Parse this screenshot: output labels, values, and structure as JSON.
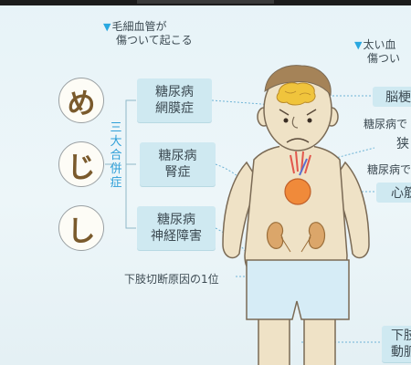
{
  "left_header": {
    "line1": "毛細血管が",
    "line2": "傷ついて起こる",
    "marker": "▼"
  },
  "right_header": {
    "line1": "太い血",
    "line2": "傷つい",
    "marker": "▼"
  },
  "mnemonic": [
    "め",
    "じ",
    "し"
  ],
  "group_label": [
    "三",
    "大",
    "合",
    "併",
    "症"
  ],
  "complications": [
    {
      "line1": "糖尿病",
      "line2": "網膜症"
    },
    {
      "line1": "糖尿病",
      "line2": "腎症"
    },
    {
      "line1": "糖尿病",
      "line2": "神経障害"
    }
  ],
  "right_items": {
    "brain": "脳梗",
    "note1": "糖尿病で",
    "stenosis": "狭",
    "note2": "糖尿病で",
    "heart": "心筋",
    "limb_line1": "下肢",
    "limb_line2": "動脈"
  },
  "amputation_note": "下肢切断原因の1位",
  "colors": {
    "accent_blue": "#29a8e0",
    "box_fill": "#cfe9f1",
    "skin": "#efe2c6",
    "shorts": "#d6ecf6"
  }
}
